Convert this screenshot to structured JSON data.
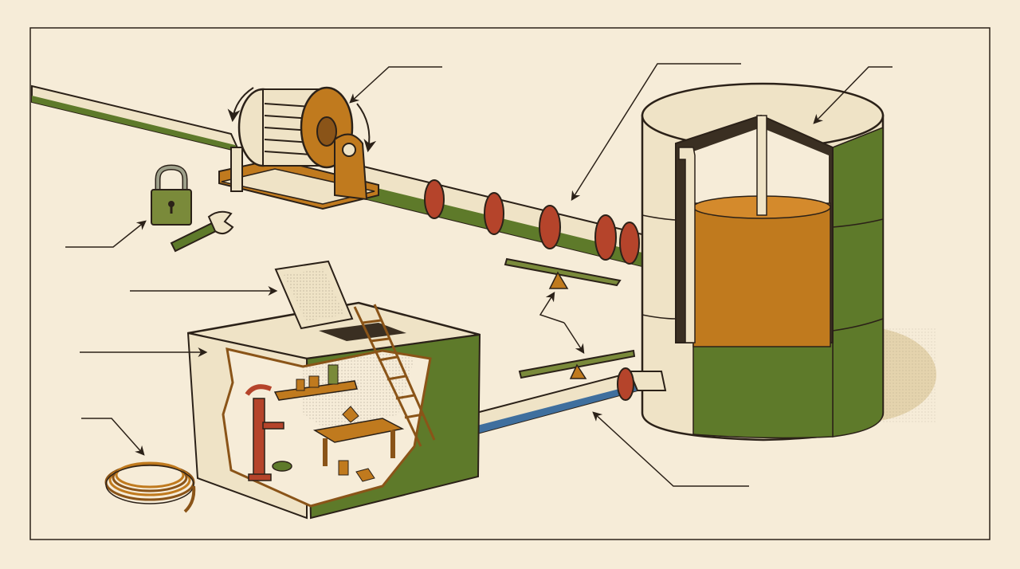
{
  "palette": {
    "paper": "#f6ecd8",
    "ink": "#2b2118",
    "green": "#5e7a2a",
    "ochre": "#c07a1e",
    "rust": "#b5442b",
    "cream": "#efe3c6",
    "blue": "#3f6f9e"
  },
  "components": [
    {
      "name": "cable-reel-winch",
      "icon": "reel-icon"
    },
    {
      "name": "flanged-pipeline",
      "icon": "pipe-icon"
    },
    {
      "name": "storage-tank-cutaway",
      "icon": "tank-icon"
    },
    {
      "name": "padlock",
      "icon": "lock-icon"
    },
    {
      "name": "wrench",
      "icon": "wrench-icon"
    },
    {
      "name": "pump-house-cutaway",
      "icon": "building-icon"
    },
    {
      "name": "coiled-hose",
      "icon": "hose-icon"
    },
    {
      "name": "seesaw-levers",
      "icon": "lever-icon"
    }
  ],
  "callouts": {
    "count": 10,
    "labels": []
  }
}
